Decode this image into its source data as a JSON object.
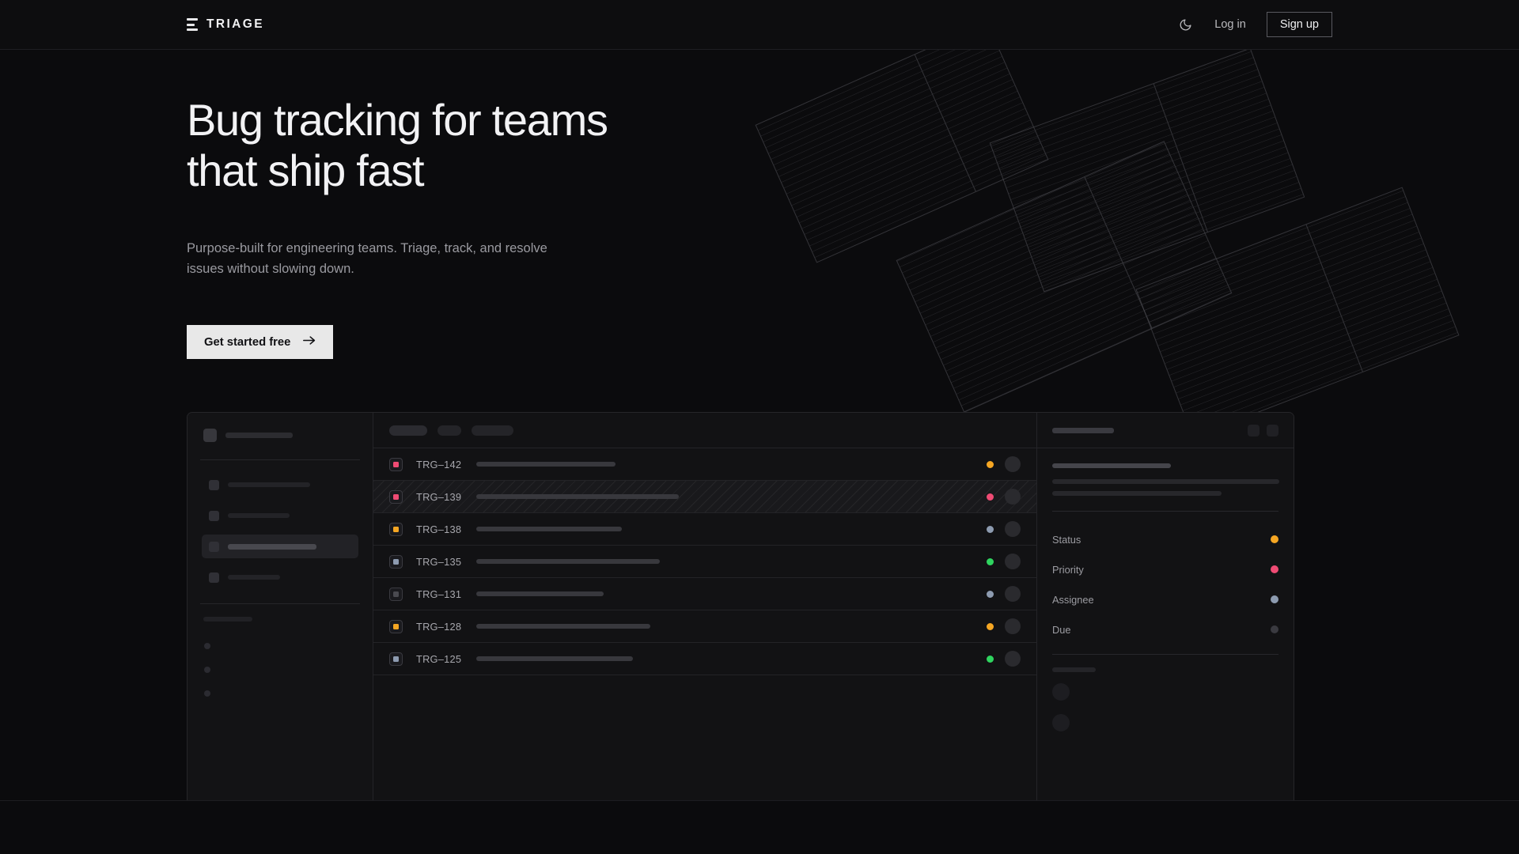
{
  "brand": {
    "name": "TRIAGE",
    "logo_icon": "triage-bars-icon"
  },
  "nav": {
    "theme_toggle_icon": "moon-icon",
    "login_label": "Log in",
    "signup_label": "Sign up"
  },
  "hero": {
    "headline_line1": "Bug tracking for teams",
    "headline_line2": "that ship fast",
    "subtitle": "Purpose-built for engineering teams. Triage, track, and resolve issues without slowing down.",
    "cta_label": "Get started free",
    "cta_icon": "arrow-right-icon"
  },
  "colors": {
    "page_bg": "#0b0b0d",
    "nav_bg": "#0d0d0f",
    "cta_bg": "#e8e8e8",
    "priority_high": "#ef4b74",
    "priority_medium": "#f5a623",
    "priority_low": "#8d9bb0",
    "priority_none": "#4a4a50",
    "status_in_progress": "#f5a623",
    "status_blocked": "#ef4b74",
    "status_todo": "#8d9bb0",
    "status_done": "#2fd45f"
  },
  "mockup": {
    "sidebar": {
      "nav_item_count": 4,
      "active_index": 2,
      "mini_item_count": 3
    },
    "toolbar": {
      "chip_count": 3
    },
    "issues": [
      {
        "id": "TRG–142",
        "priority": "high",
        "priority_color": "#ef4b74",
        "status": "in-progress",
        "status_color": "#f5a623",
        "title_width": 176,
        "selected": false
      },
      {
        "id": "TRG–139",
        "priority": "high",
        "priority_color": "#ef4b74",
        "status": "blocked",
        "status_color": "#ef4b74",
        "title_width": 256,
        "selected": true
      },
      {
        "id": "TRG–138",
        "priority": "medium",
        "priority_color": "#f5a623",
        "status": "todo",
        "status_color": "#8d9bb0",
        "title_width": 184,
        "selected": false
      },
      {
        "id": "TRG–135",
        "priority": "low",
        "priority_color": "#8d9bb0",
        "status": "done",
        "status_color": "#2fd45f",
        "title_width": 232,
        "selected": false
      },
      {
        "id": "TRG–131",
        "priority": "none",
        "priority_color": "#4a4a50",
        "status": "todo",
        "status_color": "#8d9bb0",
        "title_width": 161,
        "selected": false
      },
      {
        "id": "TRG–128",
        "priority": "medium",
        "priority_color": "#f5a623",
        "status": "in-progress",
        "status_color": "#f5a623",
        "title_width": 220,
        "selected": false
      },
      {
        "id": "TRG–125",
        "priority": "low",
        "priority_color": "#8d9bb0",
        "status": "done",
        "status_color": "#2fd45f",
        "title_width": 198,
        "selected": false
      }
    ],
    "detail": {
      "header_action_count": 2,
      "meta": [
        {
          "label": "Status",
          "dot_color": "#f5a623"
        },
        {
          "label": "Priority",
          "dot_color": "#ef4b74"
        },
        {
          "label": "Assignee",
          "dot_color": "#8d9bb0"
        },
        {
          "label": "Due",
          "dot_color": "#3a3a40"
        }
      ],
      "activity_avatar_count": 2
    }
  },
  "decor": {
    "shape_count": 3,
    "description": "rotated hatched panels"
  }
}
